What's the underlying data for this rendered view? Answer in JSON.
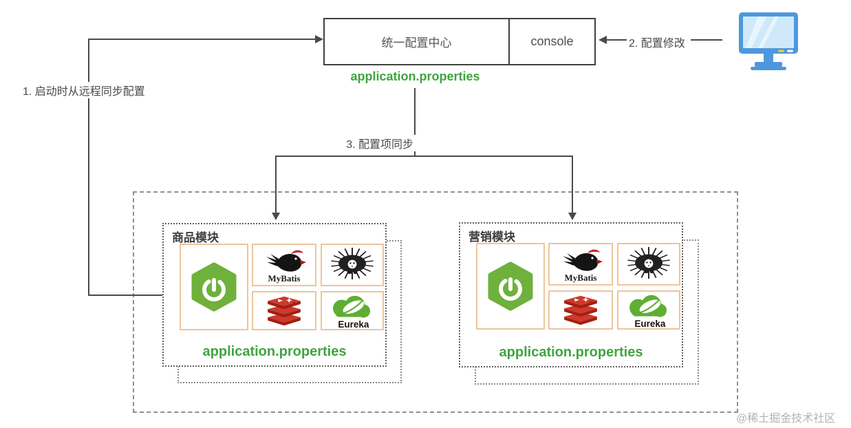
{
  "config_center": {
    "title": "统一配置中心",
    "console_label": "console",
    "file_label": "application.properties"
  },
  "flows": {
    "step1_label": "1. 启动时从远程同步配置",
    "step2_label": "2. 配置修改",
    "step3_label": "3. 配置项同步"
  },
  "client": {
    "icon": "monitor-icon"
  },
  "modules": [
    {
      "title": "商品模块",
      "file_label": "application.properties"
    },
    {
      "title": "营销模块",
      "file_label": "application.properties"
    }
  ],
  "tech_icons": {
    "spring_boot": "spring-boot-icon",
    "mybatis_label": "MyBatis",
    "hedgehog": "hedgehog-icon",
    "redis": "redis-icon",
    "eureka_label": "Eureka"
  },
  "watermark": "@稀土掘金技术社区",
  "colors": {
    "accent_green": "#3fa53f",
    "spring_green": "#6fb13c",
    "redis_red": "#c6302b",
    "redis_dark_red": "#a41e11",
    "cell_border_orange": "#eec49c",
    "line_gray": "#4a4a4a",
    "monitor_blue": "#4e97dd"
  }
}
